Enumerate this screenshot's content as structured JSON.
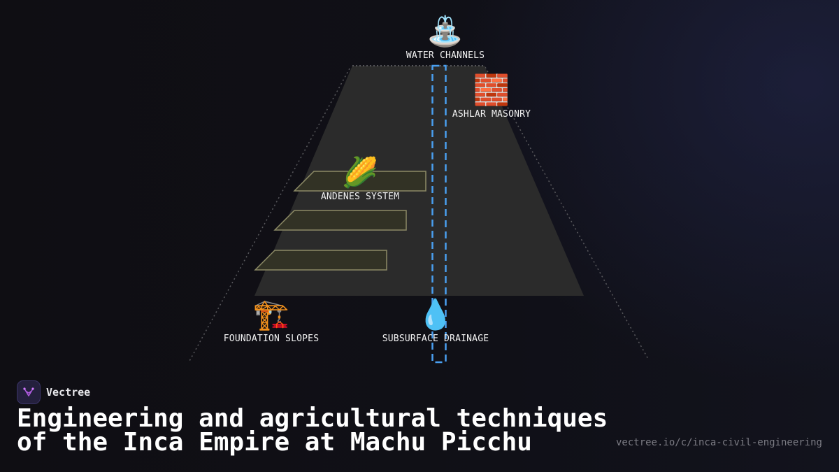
{
  "nodes": {
    "water_channels": {
      "label": "WATER CHANNELS",
      "emoji": "⛲"
    },
    "ashlar_masonry": {
      "label": "ASHLAR MASONRY",
      "emoji": "🧱"
    },
    "andenes_system": {
      "label": "ANDENES SYSTEM",
      "emoji": "🌽"
    },
    "foundation_slopes": {
      "label": "FOUNDATION SLOPES",
      "emoji": "🏗️"
    },
    "subsurface_drainage": {
      "label": "SUBSURFACE DRAINAGE",
      "emoji": "💧"
    }
  },
  "brand": {
    "name": "Vectree"
  },
  "title": "Engineering and agricultural techniques of the Inca Empire at Machu Picchu",
  "url": "vectree.io/c/inca-civil-engineering",
  "colors": {
    "background": "#0f0e13",
    "platform": "#2b2b2b",
    "terrace_fill": "#323225",
    "terrace_stroke": "#8c8a66",
    "drainage_line": "#4a9ff0",
    "brand_accent": "#b05ce0"
  }
}
